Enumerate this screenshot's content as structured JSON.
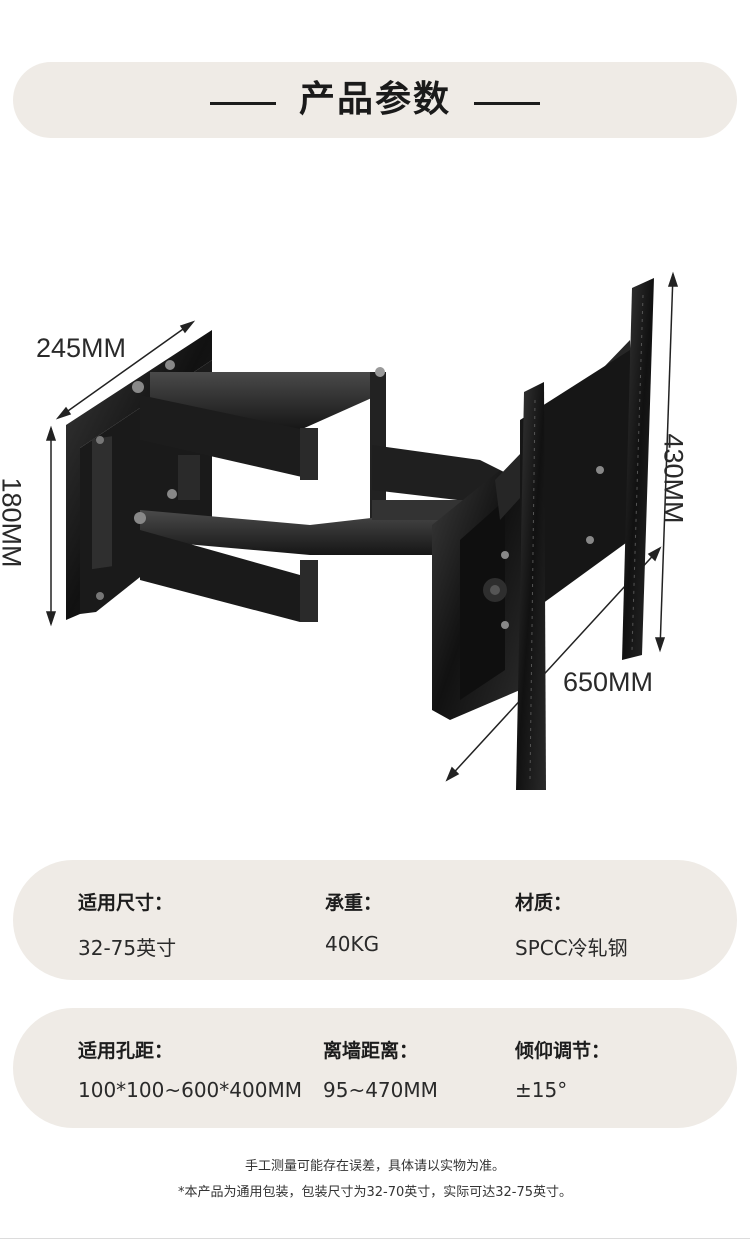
{
  "header": {
    "title": "产品参数"
  },
  "dimensions": {
    "depth": "245MM",
    "height_wall": "180MM",
    "height_tv": "430MM",
    "width_tv": "650MM"
  },
  "specs": {
    "row1": [
      {
        "label": "适用尺寸：",
        "value": "32-75英寸"
      },
      {
        "label": "承重：",
        "value": "40KG"
      },
      {
        "label": "材质：",
        "value": "SPCC冷轧钢"
      }
    ],
    "row2": [
      {
        "label": "适用孔距：",
        "value": "100*100~600*400MM"
      },
      {
        "label": "离墙距离：",
        "value": "95~470MM"
      },
      {
        "label": "倾仰调节：",
        "value": "±15°"
      }
    ]
  },
  "notes": {
    "line1": "手工测量可能存在误差，具体请以实物为准。",
    "line2": "*本产品为通用包装，包装尺寸为32-70英寸，实际可达32-75英寸。"
  },
  "colors": {
    "card_bg": "#efebe6",
    "metal": "#1b1b1b"
  }
}
